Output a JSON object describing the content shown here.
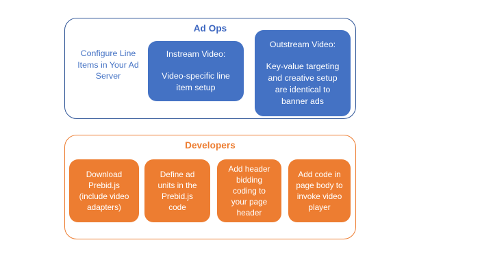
{
  "diagram": {
    "type": "grouped-block-diagram",
    "colors": {
      "blue_fill": "#4472C4",
      "blue_border": "#2F5597",
      "blue_text": "#4472C4",
      "orange_fill": "#ED7D31",
      "orange_border": "#ED7D31",
      "orange_text": "#ED7D31",
      "node_label": "#FFFFFF",
      "background": "#FFFFFF"
    },
    "groups": [
      {
        "id": "ad-ops",
        "title": "Ad Ops",
        "accent": "#4472C4",
        "plain_node": {
          "lines": [
            "Configure Line",
            "Items in Your Ad",
            "Server"
          ]
        },
        "nodes": [
          {
            "id": "instream",
            "heading": "Instream Video:",
            "body": [
              "Video-specific line",
              "item setup"
            ]
          },
          {
            "id": "outstream",
            "heading": "Outstream Video:",
            "body": [
              "Key-value targeting",
              "and creative setup",
              "are identical to",
              "banner ads"
            ]
          }
        ]
      },
      {
        "id": "developers",
        "title": "Developers",
        "accent": "#ED7D31",
        "nodes": [
          {
            "id": "download-prebid",
            "body": [
              "Download",
              "Prebid.js",
              "(include video",
              "adapters)"
            ]
          },
          {
            "id": "define-ad-units",
            "body": [
              "Define ad",
              "units in the",
              "Prebid.js",
              "code"
            ]
          },
          {
            "id": "add-header-bidding",
            "body": [
              "Add header",
              "bidding",
              "coding to",
              "your page",
              "header"
            ]
          },
          {
            "id": "add-page-body-code",
            "body": [
              "Add code in",
              "page body to",
              "invoke video",
              "player"
            ]
          }
        ]
      }
    ]
  }
}
